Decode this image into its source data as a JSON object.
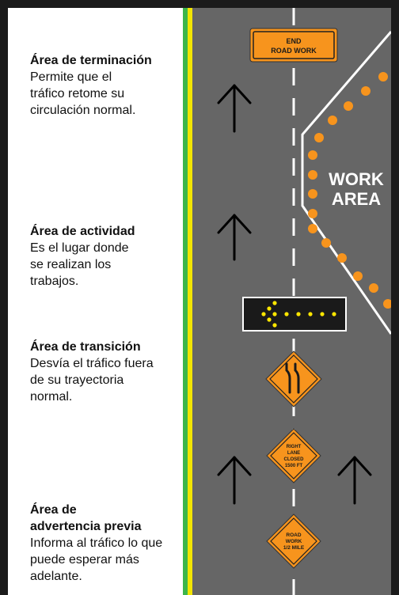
{
  "zones": [
    {
      "title": "Área de terminación",
      "description": "Permite que el tráfico retome su circulación normal."
    },
    {
      "title": "Área de actividad",
      "description": "Es el lugar donde se realizan los trabajos."
    },
    {
      "title": "Área de transición",
      "description": "Desvía el tráfico fuera de su trayectoria normal."
    },
    {
      "title": "Área de advertencia previa",
      "description": "Informa al tráfico lo que puede esperar más adelante."
    }
  ],
  "signs": {
    "end_road_work": [
      "END",
      "ROAD WORK"
    ],
    "work_area": [
      "WORK",
      "AREA"
    ],
    "right_lane_closed": [
      "RIGHT",
      "LANE",
      "CLOSED",
      "1500 FT"
    ],
    "road_work_half_mile": [
      "ROAD",
      "WORK",
      "1/2 MILE"
    ]
  },
  "colors": {
    "road": "#666666",
    "shoulder_green": "#3db54a",
    "edge_yellow": "#f2e500",
    "sign_orange": "#f7941d",
    "cone_orange": "#f7941d",
    "lane_line": "#ffffff",
    "frame": "#1b1b1b",
    "arrow_board": "#1a1a1a",
    "arrow_light": "#ffe600"
  },
  "icons": [
    "up-arrow-icon",
    "arrow-board-left-icon",
    "lane-shift-icon"
  ]
}
